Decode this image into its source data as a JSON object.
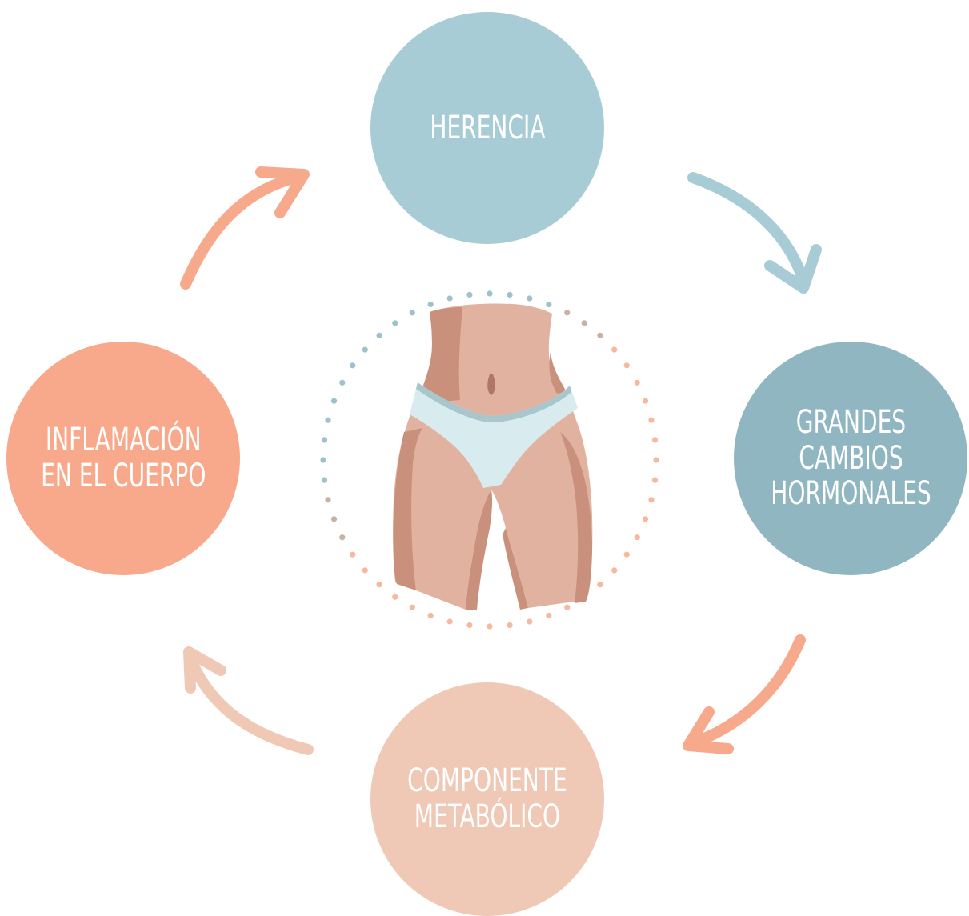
{
  "nodes": {
    "herencia": {
      "label": "HERENCIA",
      "color": "#a8ccd5"
    },
    "hormonales": {
      "label": "GRANDES\nCAMBIOS\nHORMONALES",
      "color": "#90b6c2"
    },
    "metabolico": {
      "label": "COMPONENTE\nMETABÓLICO",
      "color": "#f0c8b6"
    },
    "inflamacion": {
      "label": "INFLAMACIÓN\nEN EL CUERPO",
      "color": "#f8a98b"
    }
  },
  "arrows": {
    "top_left": {
      "color": "#f7a98c"
    },
    "top_right": {
      "color": "#a8ccd5"
    },
    "bottom_right": {
      "color": "#f7a98c"
    },
    "bottom_left": {
      "color": "#f0c8b6"
    }
  },
  "illustration": {
    "icon": "body-torso-illustration",
    "skin": "#e2b2a1",
    "skin_shadow": "#c9917b",
    "underwear": "#d8ecef",
    "underwear_band": "#a9c6cc",
    "dot_colors": [
      "#f5b99f",
      "#9dc2cb",
      "#c7b2a3"
    ]
  }
}
